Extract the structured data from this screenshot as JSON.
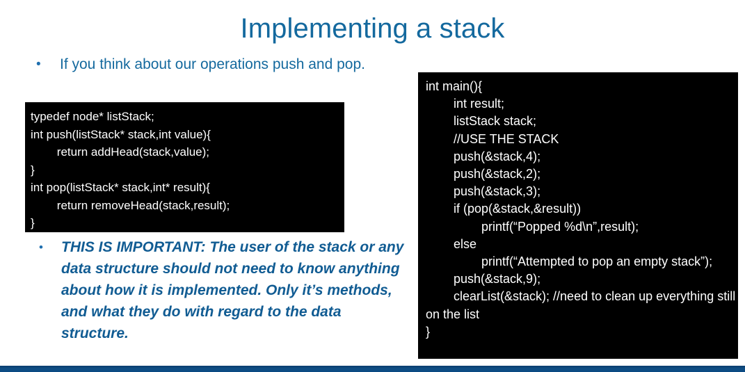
{
  "slide": {
    "title": "Implementing a stack",
    "accent_color": "#14699E",
    "bar_color": "#0B4A83",
    "background_color": "#FFFFFF"
  },
  "bullets": [
    {
      "marker": "•",
      "text": "If you think about our operations push and pop.",
      "style": "regular"
    },
    {
      "marker": "•",
      "text": "THIS IS IMPORTANT: The user of the stack or any data structure should not need to know anything about how it is implemented.  Only it’s methods, and what they do with regard to the data structure.",
      "style": "bold-italic"
    }
  ],
  "code_blocks": {
    "stack_impl": {
      "language": "c",
      "code": "typedef node* listStack;\nint push(listStack* stack,int value){\n        return addHead(stack,value);\n}\nint pop(listStack* stack,int* result){\n        return removeHead(stack,result);\n}"
    },
    "main_usage": {
      "language": "c",
      "code": "int main(){\n        int result;\n        listStack stack;\n        //USE THE STACK\n        push(&stack,4);\n        push(&stack,2);\n        push(&stack,3);\n        if (pop(&stack,&result))\n                printf(“Popped %d\\n”,result);\n        else\n                printf(“Attempted to pop an empty stack”);\n        push(&stack,9);\n        clearList(&stack); //need to clean up everything still on the list\n}"
    }
  }
}
